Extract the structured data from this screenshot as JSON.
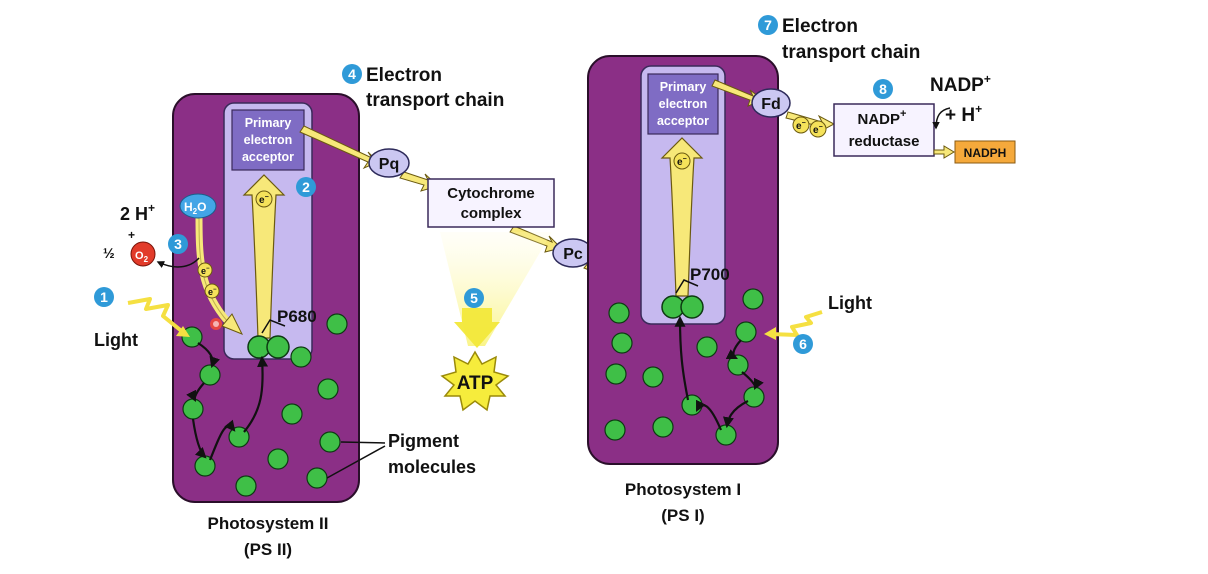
{
  "labels": {
    "etc1_line1": "Electron",
    "etc1_line2": "transport chain",
    "etc2_line1": "Electron",
    "etc2_line2": "transport chain",
    "primary_acceptor1": [
      "Primary",
      "electron",
      "acceptor"
    ],
    "primary_acceptor2": [
      "Primary",
      "electron",
      "acceptor"
    ],
    "pq": "Pq",
    "pc": "Pc",
    "fd": "Fd",
    "cytochrome_line1": "Cytochrome",
    "cytochrome_line2": "complex",
    "atp": "ATP",
    "p680": "P680",
    "p700": "P700",
    "light_left": "Light",
    "light_right": "Light",
    "two_h": "2 H",
    "plus_sup": "+",
    "plus": "+",
    "half": "½",
    "o2": "O",
    "o2_sub": "2",
    "h2o": "H",
    "h2o_sub": "2",
    "h2o_o": "O",
    "electron": "e",
    "electron_sup": "−",
    "pigment_line1": "Pigment",
    "pigment_line2": "molecules",
    "ps2_line1": "Photosystem II",
    "ps2_line2": "(PS II)",
    "ps1_line1": "Photosystem I",
    "ps1_line2": "(PS I)",
    "nadp_top": "NADP",
    "h_plus": "+ H",
    "reductase_line1": "NADP",
    "reductase_line2": "reductase",
    "nadph": "NADPH"
  },
  "badges": [
    "1",
    "2",
    "3",
    "4",
    "5",
    "6",
    "7",
    "8"
  ],
  "colors": {
    "photosystem": "#8b2f86",
    "inner_box": "#c6b9ef",
    "acceptor": "#7f6cc4",
    "carrier": "#cbc7f2",
    "pigment": "#3fbf47",
    "arrow_yellow": "#f7e879",
    "badge": "#2f9ad8",
    "o2": "#e23b2a",
    "h2o": "#43a5e6",
    "nadph": "#f5a93b",
    "atp": "#f6ec3c"
  }
}
